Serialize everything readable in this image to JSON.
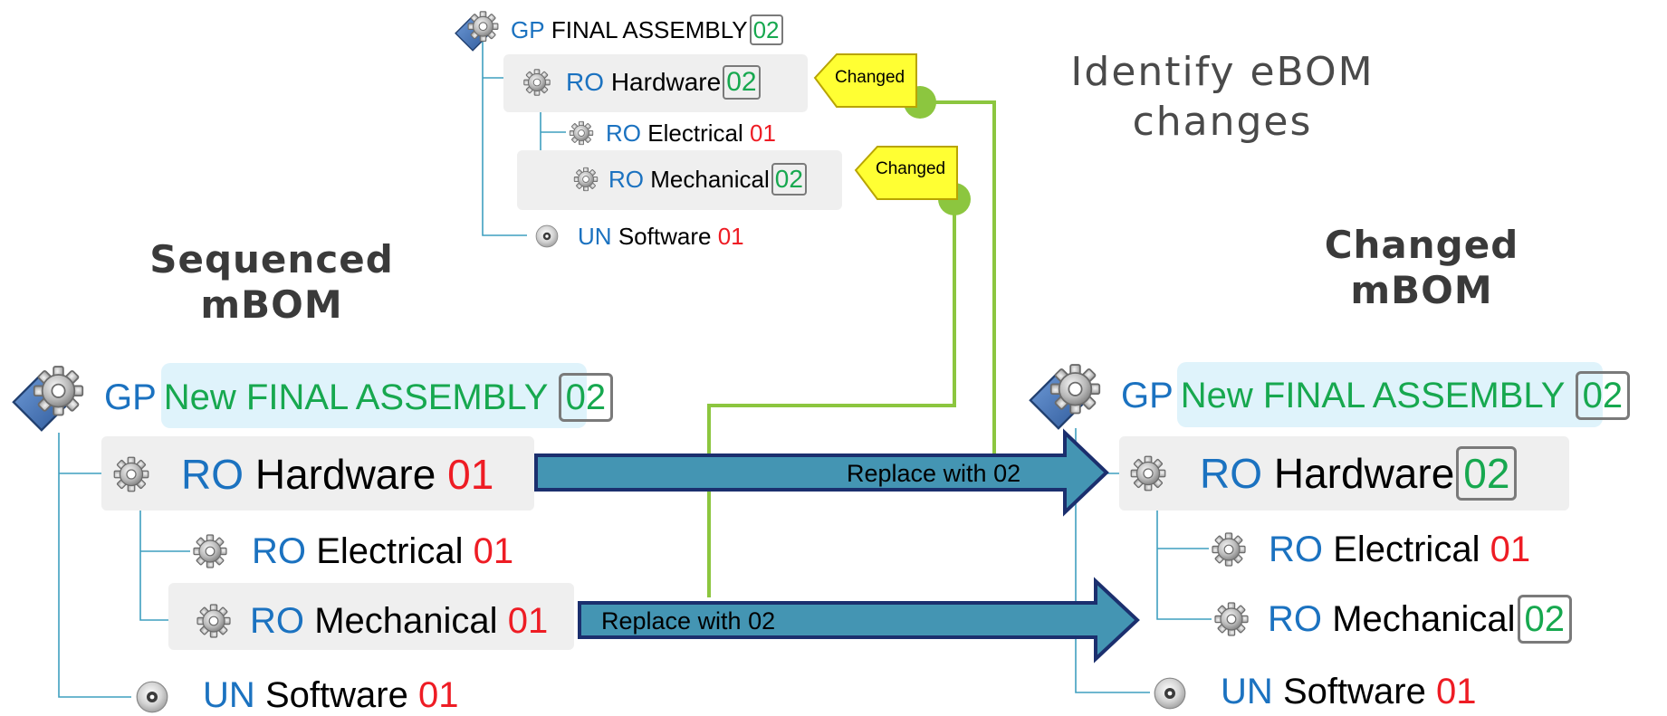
{
  "annotations": {
    "identify_line1": "Identify eBOM",
    "identify_line2": "changes",
    "sequenced_line1": "Sequenced",
    "sequenced_line2": "mBOM",
    "changed_line1": "Changed",
    "changed_line2": "mBOM"
  },
  "ebom": {
    "root": {
      "prefix": "GP",
      "name": "FINAL ASSEMBLY",
      "version": "02"
    },
    "hardware": {
      "prefix": "RO",
      "name": "Hardware",
      "version": "02",
      "tag": "Changed"
    },
    "electrical": {
      "prefix": "RO",
      "name": "Electrical",
      "version": "01"
    },
    "mechanical": {
      "prefix": "RO",
      "name": "Mechanical",
      "version": "02",
      "tag": "Changed"
    },
    "software": {
      "prefix": "UN",
      "name": "Software",
      "version": "01"
    }
  },
  "sequenced": {
    "root": {
      "prefix": "GP",
      "name": "New FINAL ASSEMBLY",
      "version": "02"
    },
    "hardware": {
      "prefix": "RO",
      "name": "Hardware",
      "version": "01"
    },
    "electrical": {
      "prefix": "RO",
      "name": "Electrical",
      "version": "01"
    },
    "mechanical": {
      "prefix": "RO",
      "name": "Mechanical",
      "version": "01"
    },
    "software": {
      "prefix": "UN",
      "name": "Software",
      "version": "01"
    }
  },
  "changed": {
    "root": {
      "prefix": "GP",
      "name": "New FINAL ASSEMBLY",
      "version": "02"
    },
    "hardware": {
      "prefix": "RO",
      "name": "Hardware",
      "version": "02"
    },
    "electrical": {
      "prefix": "RO",
      "name": "Electrical",
      "version": "01"
    },
    "mechanical": {
      "prefix": "RO",
      "name": "Mechanical",
      "version": "02"
    },
    "software": {
      "prefix": "UN",
      "name": "Software",
      "version": "01"
    }
  },
  "arrows": {
    "hardware_label": "Replace with 02",
    "mechanical_label": "Replace with 02"
  },
  "colors": {
    "prefix_blue": "#1b72c0",
    "version_red": "#ee1c24",
    "version_green": "#17a84f",
    "tag_yellow": "#ffff33",
    "connector_green": "#8cc63f",
    "arrow_fill": "#4495b3",
    "arrow_border": "#1b2f6e",
    "tree_line": "#3f9fbf"
  },
  "icons": {
    "assembly": "gear-diamond-icon",
    "part": "gear-icon",
    "software": "disc-icon"
  }
}
